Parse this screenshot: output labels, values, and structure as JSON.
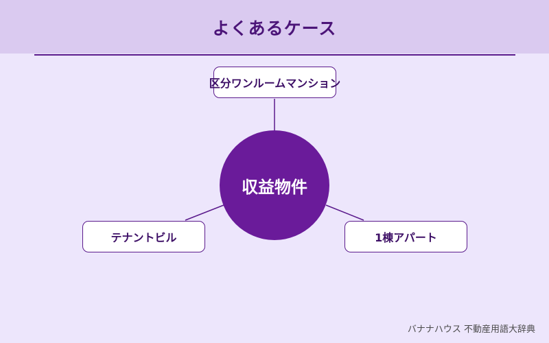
{
  "header": {
    "title": "よくあるケース"
  },
  "diagram": {
    "center": "収益物件",
    "nodes": {
      "top": "区分ワンルームマンション",
      "left": "テナントビル",
      "right": "1棟アパート"
    }
  },
  "footer": {
    "credit": "バナナハウス 不動産用語大辞典"
  },
  "colors": {
    "background": "#ede6fc",
    "header": "#dacaf0",
    "accent": "#6a1b9a",
    "text": "#4b1478"
  }
}
